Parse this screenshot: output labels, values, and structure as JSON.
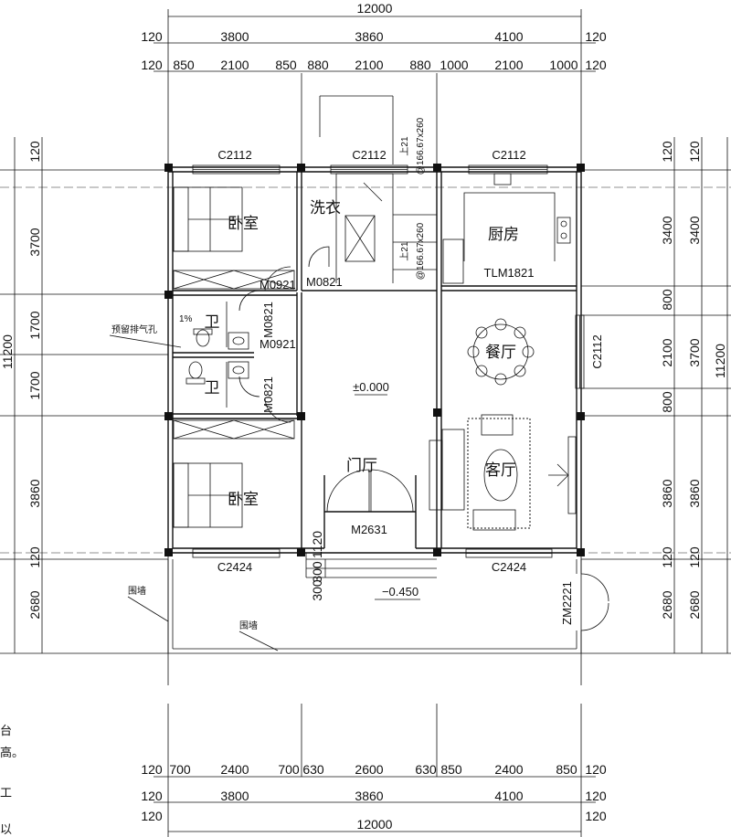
{
  "dimensions": {
    "top_total": "12000",
    "top_row1": [
      "120",
      "3800",
      "3860",
      "4100",
      "120"
    ],
    "top_row2": [
      "120",
      "850",
      "2100",
      "850",
      "880",
      "2100",
      "880",
      "1000",
      "2100",
      "1000",
      "120"
    ],
    "bottom_row1": [
      "120",
      "700",
      "2400",
      "700",
      "630",
      "2600",
      "630",
      "850",
      "2400",
      "850",
      "120"
    ],
    "bottom_row2": [
      "120",
      "3800",
      "3860",
      "4100",
      "120"
    ],
    "bottom_total": "12000",
    "left_outer": [
      "120",
      "3700",
      "1700",
      "1700",
      "3860",
      "120",
      "2680"
    ],
    "left_total": "11200",
    "right_inner": [
      "120",
      "3400",
      "800",
      "2100",
      "800",
      "3860",
      "120",
      "2680"
    ],
    "right_outer": [
      "120",
      "3400",
      "3700",
      "3860",
      "120",
      "2680"
    ],
    "right_total": "11200",
    "porch_small": [
      "1120",
      "300",
      "300"
    ]
  },
  "rooms": {
    "bedroom_top": "卧室",
    "bedroom_bottom": "卧室",
    "laundry": "洗衣",
    "kitchen": "厨房",
    "dining": "餐厅",
    "living": "客厅",
    "foyer": "门厅",
    "wc_top": "卫",
    "wc_bottom": "卫"
  },
  "labels": {
    "window_c2112_a": "C2112",
    "window_c2112_b": "C2112",
    "window_c2112_c": "C2112",
    "window_c2112_side": "C2112",
    "window_c2424_a": "C2424",
    "window_c2424_b": "C2424",
    "door_m0921_a": "M0921",
    "door_m0921_b": "M0921",
    "door_m0821_a": "M0821",
    "door_m0821_b": "M0821",
    "door_m0821_c": "M0821",
    "door_tlm1821": "TLM1821",
    "door_m2631": "M2631",
    "door_zm2221": "ZM2221",
    "elev_main": "±0.000",
    "elev_porch": "−0.450",
    "vent_hole": "预留排气孔",
    "slope": "1%",
    "fence_a": "围墙",
    "fence_b": "围墙",
    "stair_up_a": "上21",
    "stair_up_b": "上21",
    "stair_step_a": "@166.67x260",
    "stair_step_b": "@166.67x260",
    "note_line1": "台",
    "note_line2": "高。",
    "note_line3": "工",
    "note_line4": "以"
  },
  "colors": {
    "line": "#111111",
    "background": "#ffffff"
  }
}
